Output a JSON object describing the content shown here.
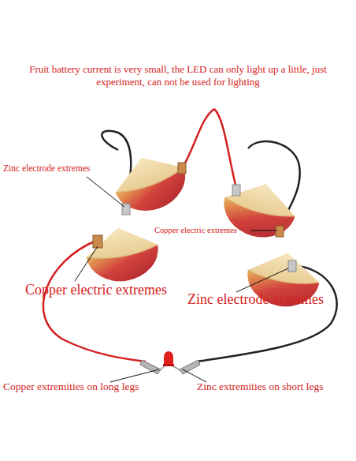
{
  "diagram": {
    "labels": [
      "Fruit battery current is very small, the LED can only light up a little, just experiment, can not be used for lighting",
      "Zinc electrode extremes",
      "Copper electric extremes",
      "Copper electric extremes",
      "Zinc electrode extremes",
      "Copper extremities on long legs",
      "Zinc extremities on short legs"
    ]
  }
}
